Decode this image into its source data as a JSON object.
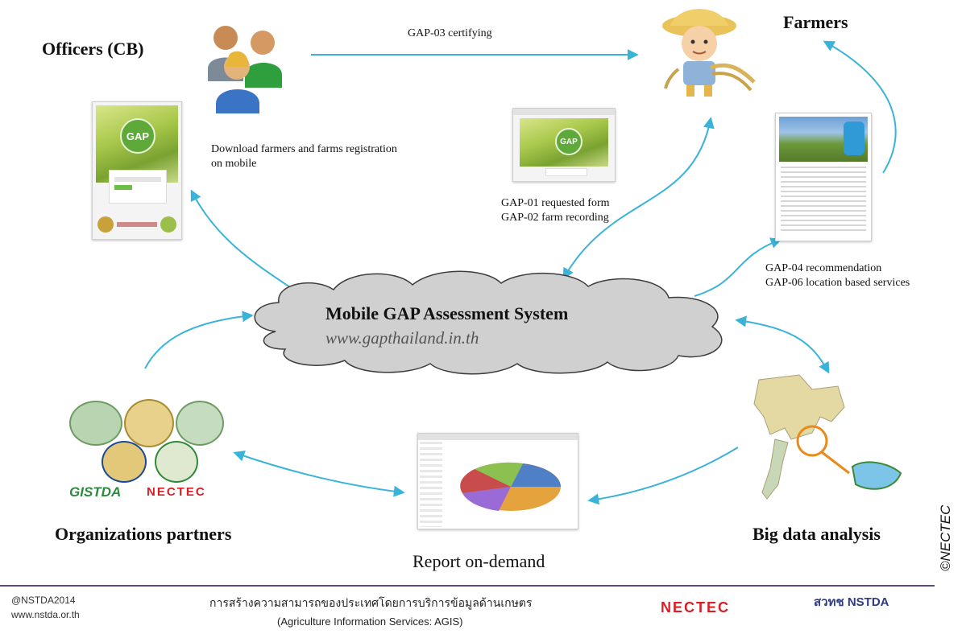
{
  "nodes": {
    "officers": {
      "label": "Officers (CB)"
    },
    "farmers": {
      "label": "Farmers"
    },
    "partners": {
      "label": "Organizations partners"
    },
    "big_data": {
      "label": "Big data analysis"
    },
    "report": {
      "label": "Report on-demand"
    },
    "system": {
      "title": "Mobile GAP Assessment System",
      "url": "www.gapthailand.in.th"
    }
  },
  "edges": {
    "certifying": "GAP-03 certifying",
    "download": {
      "line1": "Download farmers and farms registration",
      "line2": "on mobile"
    },
    "requested": {
      "line1": "GAP-01 requested form",
      "line2": "GAP-02 farm recording"
    },
    "recommendation": {
      "line1": "GAP-04 recommendation",
      "line2": "GAP-06 location based services"
    }
  },
  "screens": {
    "mobile_badge": "GAP",
    "web_badge": "GAP"
  },
  "partners_logos": {
    "gistda": "GISTDA",
    "nectec": "NECTEC"
  },
  "footer": {
    "copyright": "@NSTDA2014",
    "website": "www.nstda.or.th",
    "thai_title": "การสร้างความสามารถของประเทศโดยการบริการข้อมูลด้านเกษตร",
    "english_title": "(Agriculture Information Services: AGIS)",
    "nectec_logo": "NECTEC",
    "nstda_logo": "สวทช NSTDA"
  },
  "watermark": "©NECTEC",
  "colors": {
    "arrow": "#3ab3d9",
    "cloud": "#cfcfcf",
    "footer_line": "#5b4a86",
    "nectec_red": "#d61f26",
    "gap_green": "#5ea93a"
  }
}
